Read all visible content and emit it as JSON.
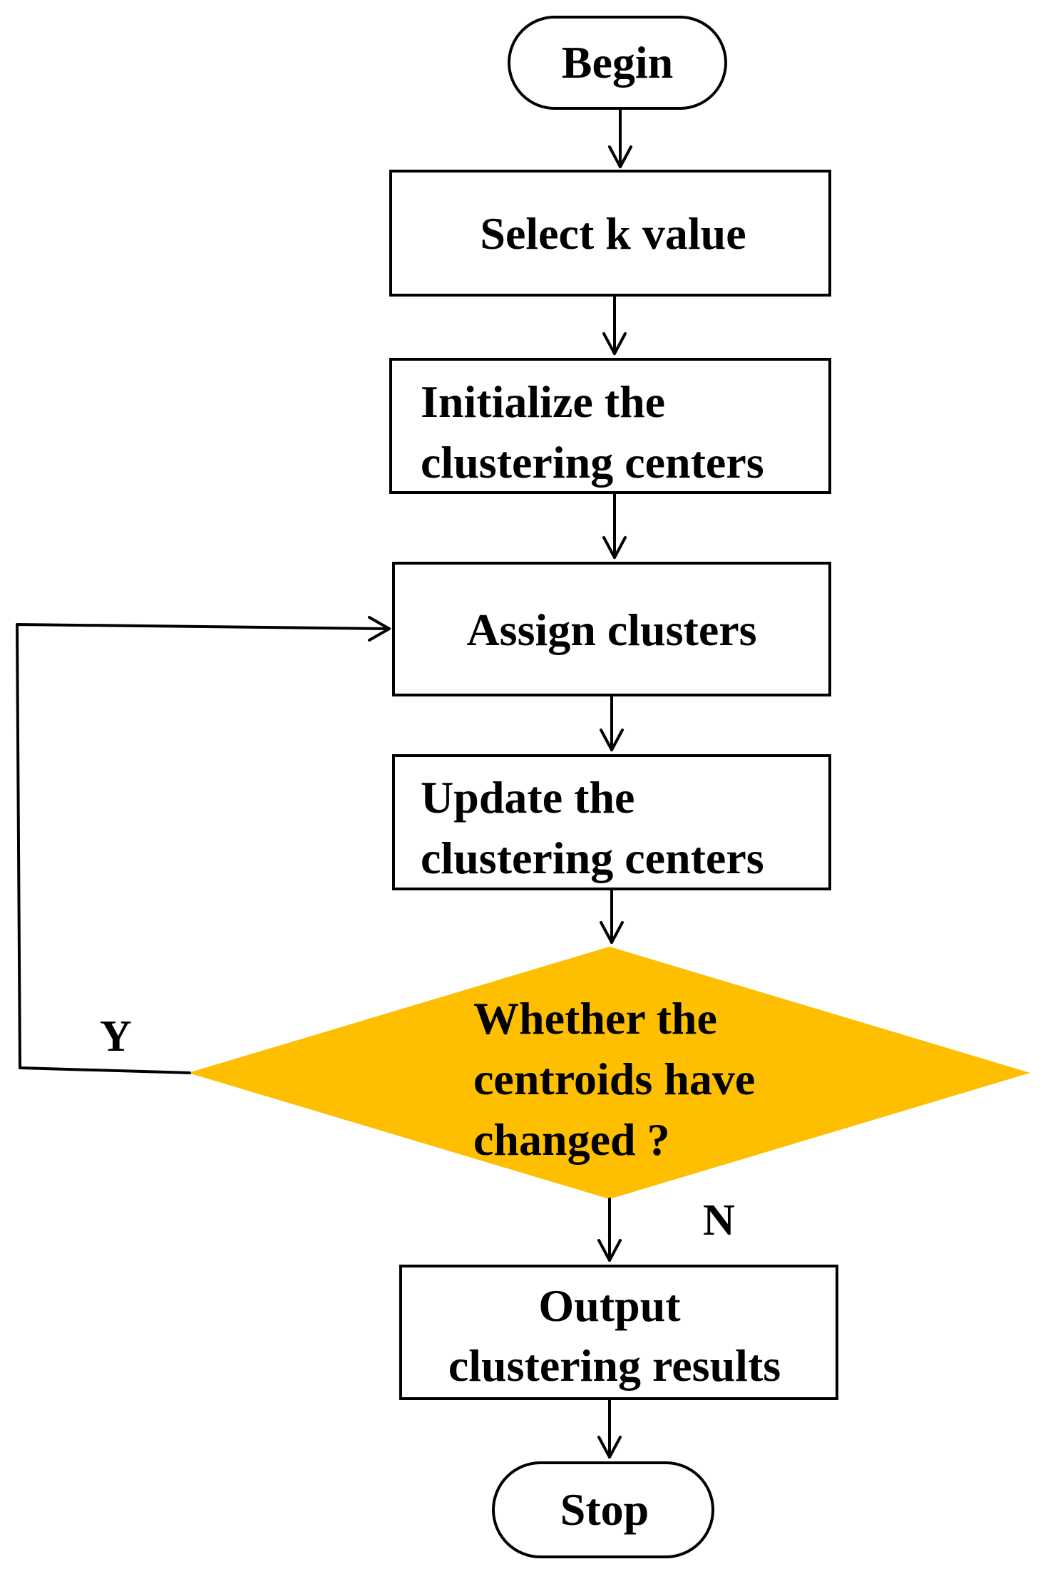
{
  "flowchart": {
    "diamond_color": "#FDBF00",
    "nodes": {
      "begin": {
        "lines": [
          "Begin"
        ]
      },
      "select_k": {
        "lines": [
          "Select k value"
        ]
      },
      "initialize": {
        "lines": [
          "Initialize the",
          "clustering centers"
        ]
      },
      "assign": {
        "lines": [
          "Assign clusters"
        ]
      },
      "update": {
        "lines": [
          "Update the",
          "clustering centers"
        ]
      },
      "decision": {
        "lines": [
          "Whether the",
          "centroids have",
          "changed ?"
        ]
      },
      "output": {
        "lines": [
          "Output",
          "clustering results"
        ]
      },
      "stop": {
        "lines": [
          "Stop"
        ]
      }
    },
    "branches": {
      "yes": "Y",
      "no": "N"
    }
  }
}
